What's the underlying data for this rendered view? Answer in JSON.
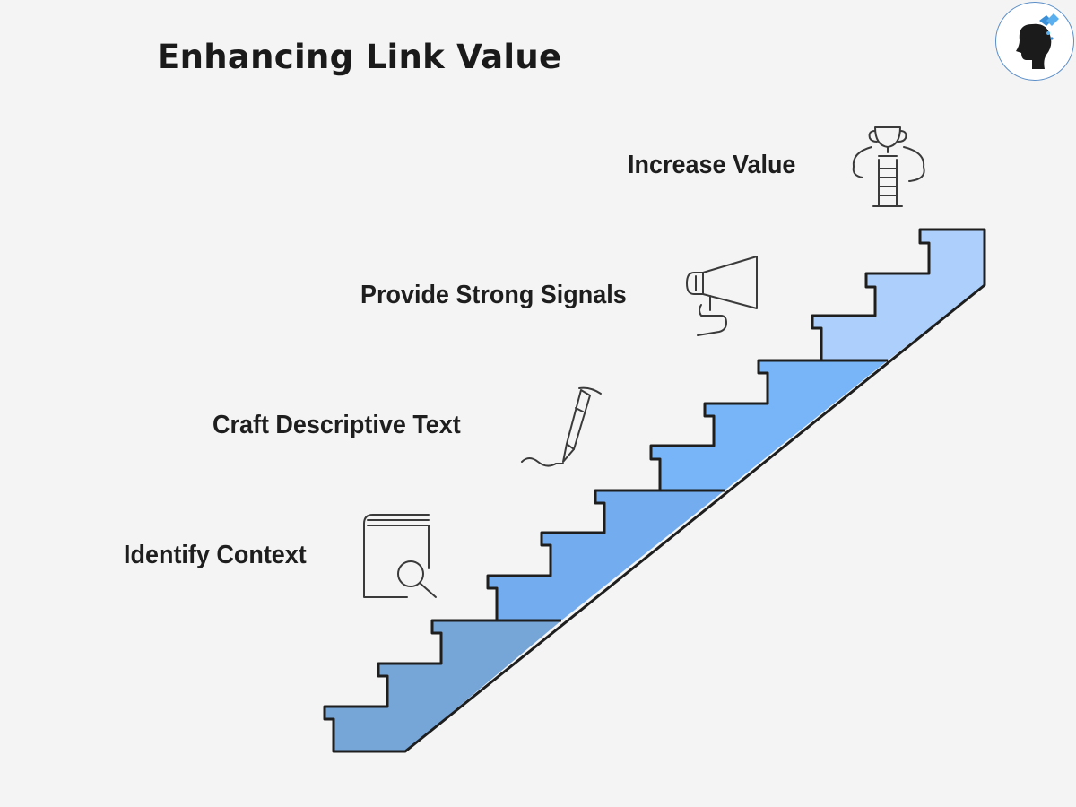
{
  "title": "Enhancing Link Value",
  "steps": [
    {
      "label": "Identify Context",
      "icon": "book-search-icon",
      "color": "#76a5d8"
    },
    {
      "label": "Craft Descriptive Text",
      "icon": "pen-icon",
      "color": "#73adf0"
    },
    {
      "label": "Provide Strong Signals",
      "icon": "megaphone-icon",
      "color": "#77b5f8"
    },
    {
      "label": "Increase Value",
      "icon": "trophy-ladder-icon",
      "color": "#acd0fb"
    }
  ],
  "logo_icon": "woman-silhouette-butterfly-icon"
}
